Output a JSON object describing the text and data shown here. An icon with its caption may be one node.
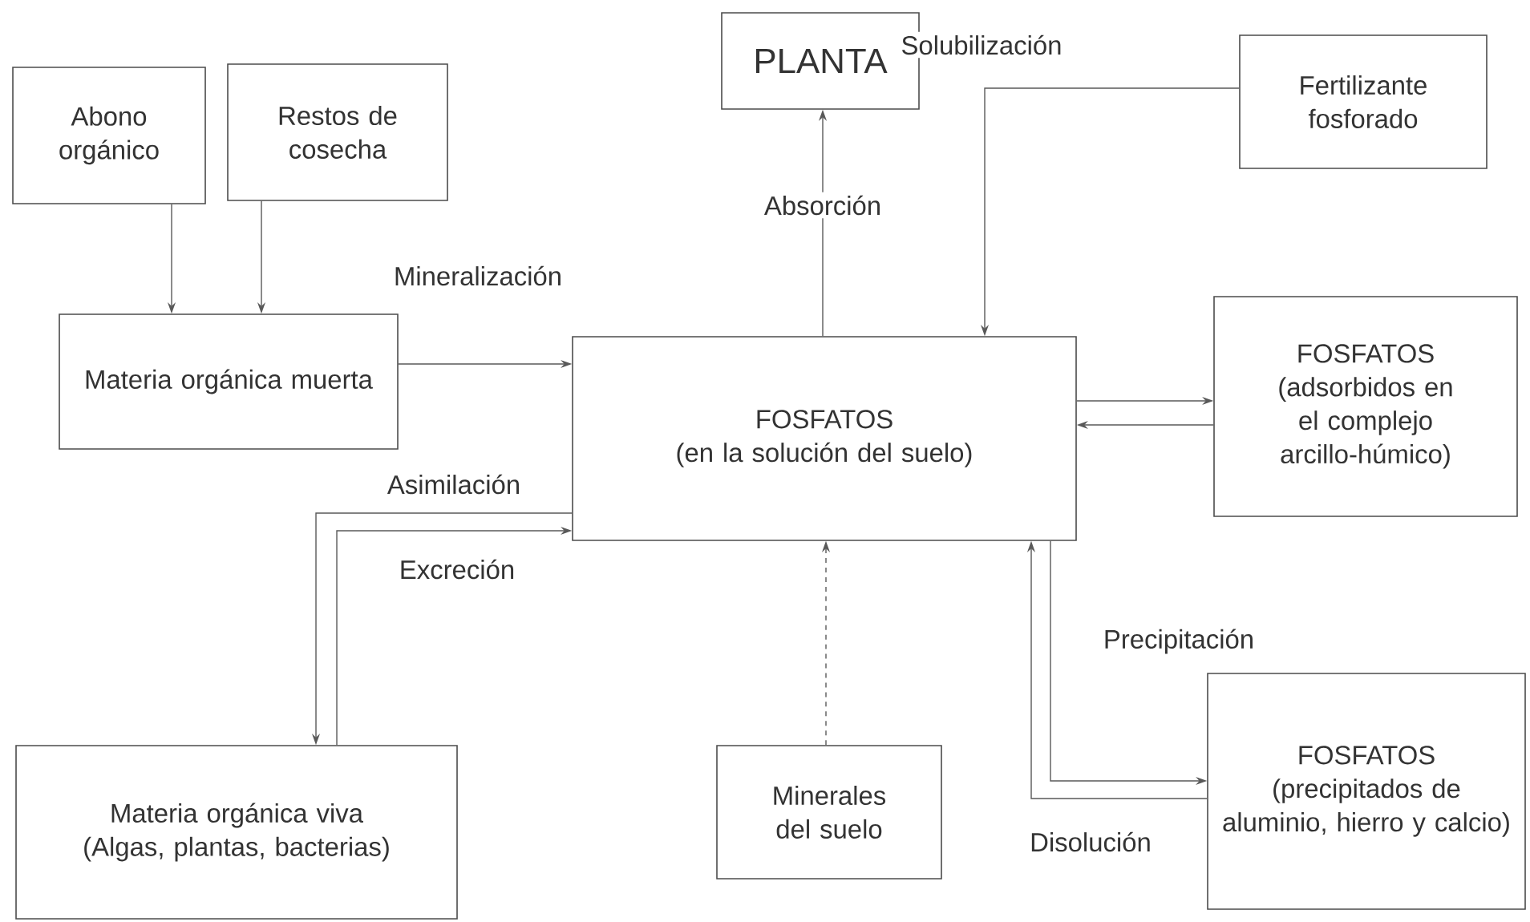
{
  "diagram": {
    "nodes": [
      {
        "text": [
          "Abono orgánico"
        ]
      },
      {
        "text": [
          "Restos de cosecha"
        ]
      },
      {
        "text": [
          "PLANTA"
        ]
      },
      {
        "text": [
          "Fertilizante fosforado"
        ]
      },
      {
        "text": [
          "Materia orgánica muerta"
        ]
      },
      {
        "text": [
          "FOSFATOS",
          "(en la solución del suelo)"
        ]
      },
      {
        "text": [
          "FOSFATOS",
          "(adsorbidos en el complejo arcillo-húmico)"
        ]
      },
      {
        "text": [
          "Materia orgánica viva",
          "(Algas, plantas, bacterias)"
        ]
      },
      {
        "text": [
          "Minerales del suelo"
        ]
      },
      {
        "text": [
          "FOSFATOS",
          "(precipitados de aluminio, hierro y calcio)"
        ]
      }
    ],
    "edges": [
      {
        "from": 0,
        "to": 4,
        "arrow": "to"
      },
      {
        "from": 1,
        "to": 4,
        "arrow": "to"
      },
      {
        "from": 4,
        "to": 5,
        "arrow": "to",
        "label": "Mineralización"
      },
      {
        "from": 5,
        "to": 2,
        "arrow": "to",
        "label": "Absorción"
      },
      {
        "from": 3,
        "to": 5,
        "arrow": "to",
        "label": "Solubilización"
      },
      {
        "from": 5,
        "to": 6,
        "arrow": "to"
      },
      {
        "from": 6,
        "to": 5,
        "arrow": "to"
      },
      {
        "from": 5,
        "to": 7,
        "arrow": "to",
        "label": "Asimilación"
      },
      {
        "from": 7,
        "to": 5,
        "arrow": "to",
        "label": "Excreción"
      },
      {
        "from": 8,
        "to": 5,
        "arrow": "to",
        "style": "dashed"
      },
      {
        "from": 5,
        "to": 9,
        "arrow": "to",
        "label": "Precipitación"
      },
      {
        "from": 9,
        "to": 5,
        "arrow": "to",
        "label": "Disolución"
      }
    ]
  }
}
